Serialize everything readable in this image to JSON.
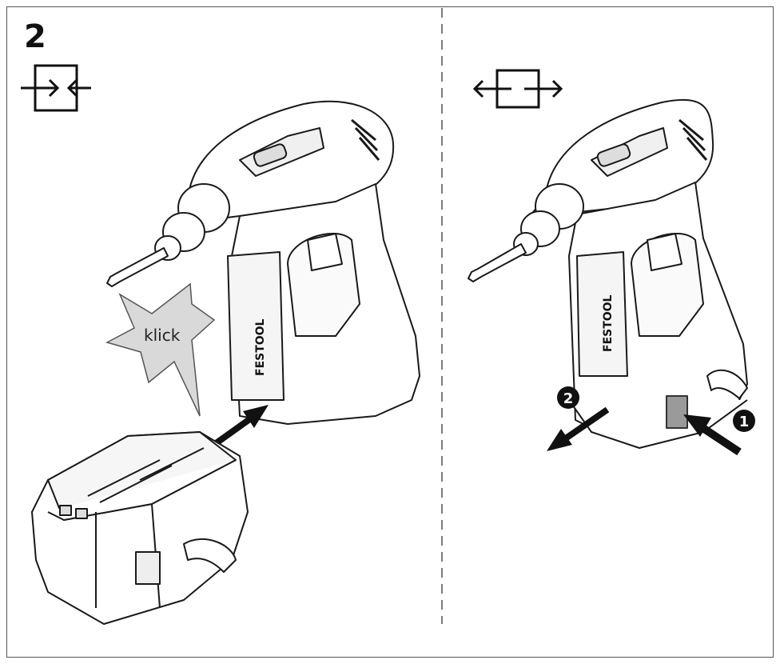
{
  "figure": {
    "number": "2",
    "left_panel": {
      "symbol": "insert-battery-icon",
      "sound_label": "klick",
      "callouts": []
    },
    "right_panel": {
      "symbol": "remove-battery-icon",
      "steps": [
        {
          "label": "1",
          "meaning": "press release button"
        },
        {
          "label": "2",
          "meaning": "pull battery out"
        }
      ]
    },
    "brand_text": "FESTOOL",
    "colors": {
      "line": "#1a1a1a",
      "burst_fill": "#d9d9d9",
      "button_fill": "#9a9a9a",
      "badge": "#111111"
    }
  }
}
